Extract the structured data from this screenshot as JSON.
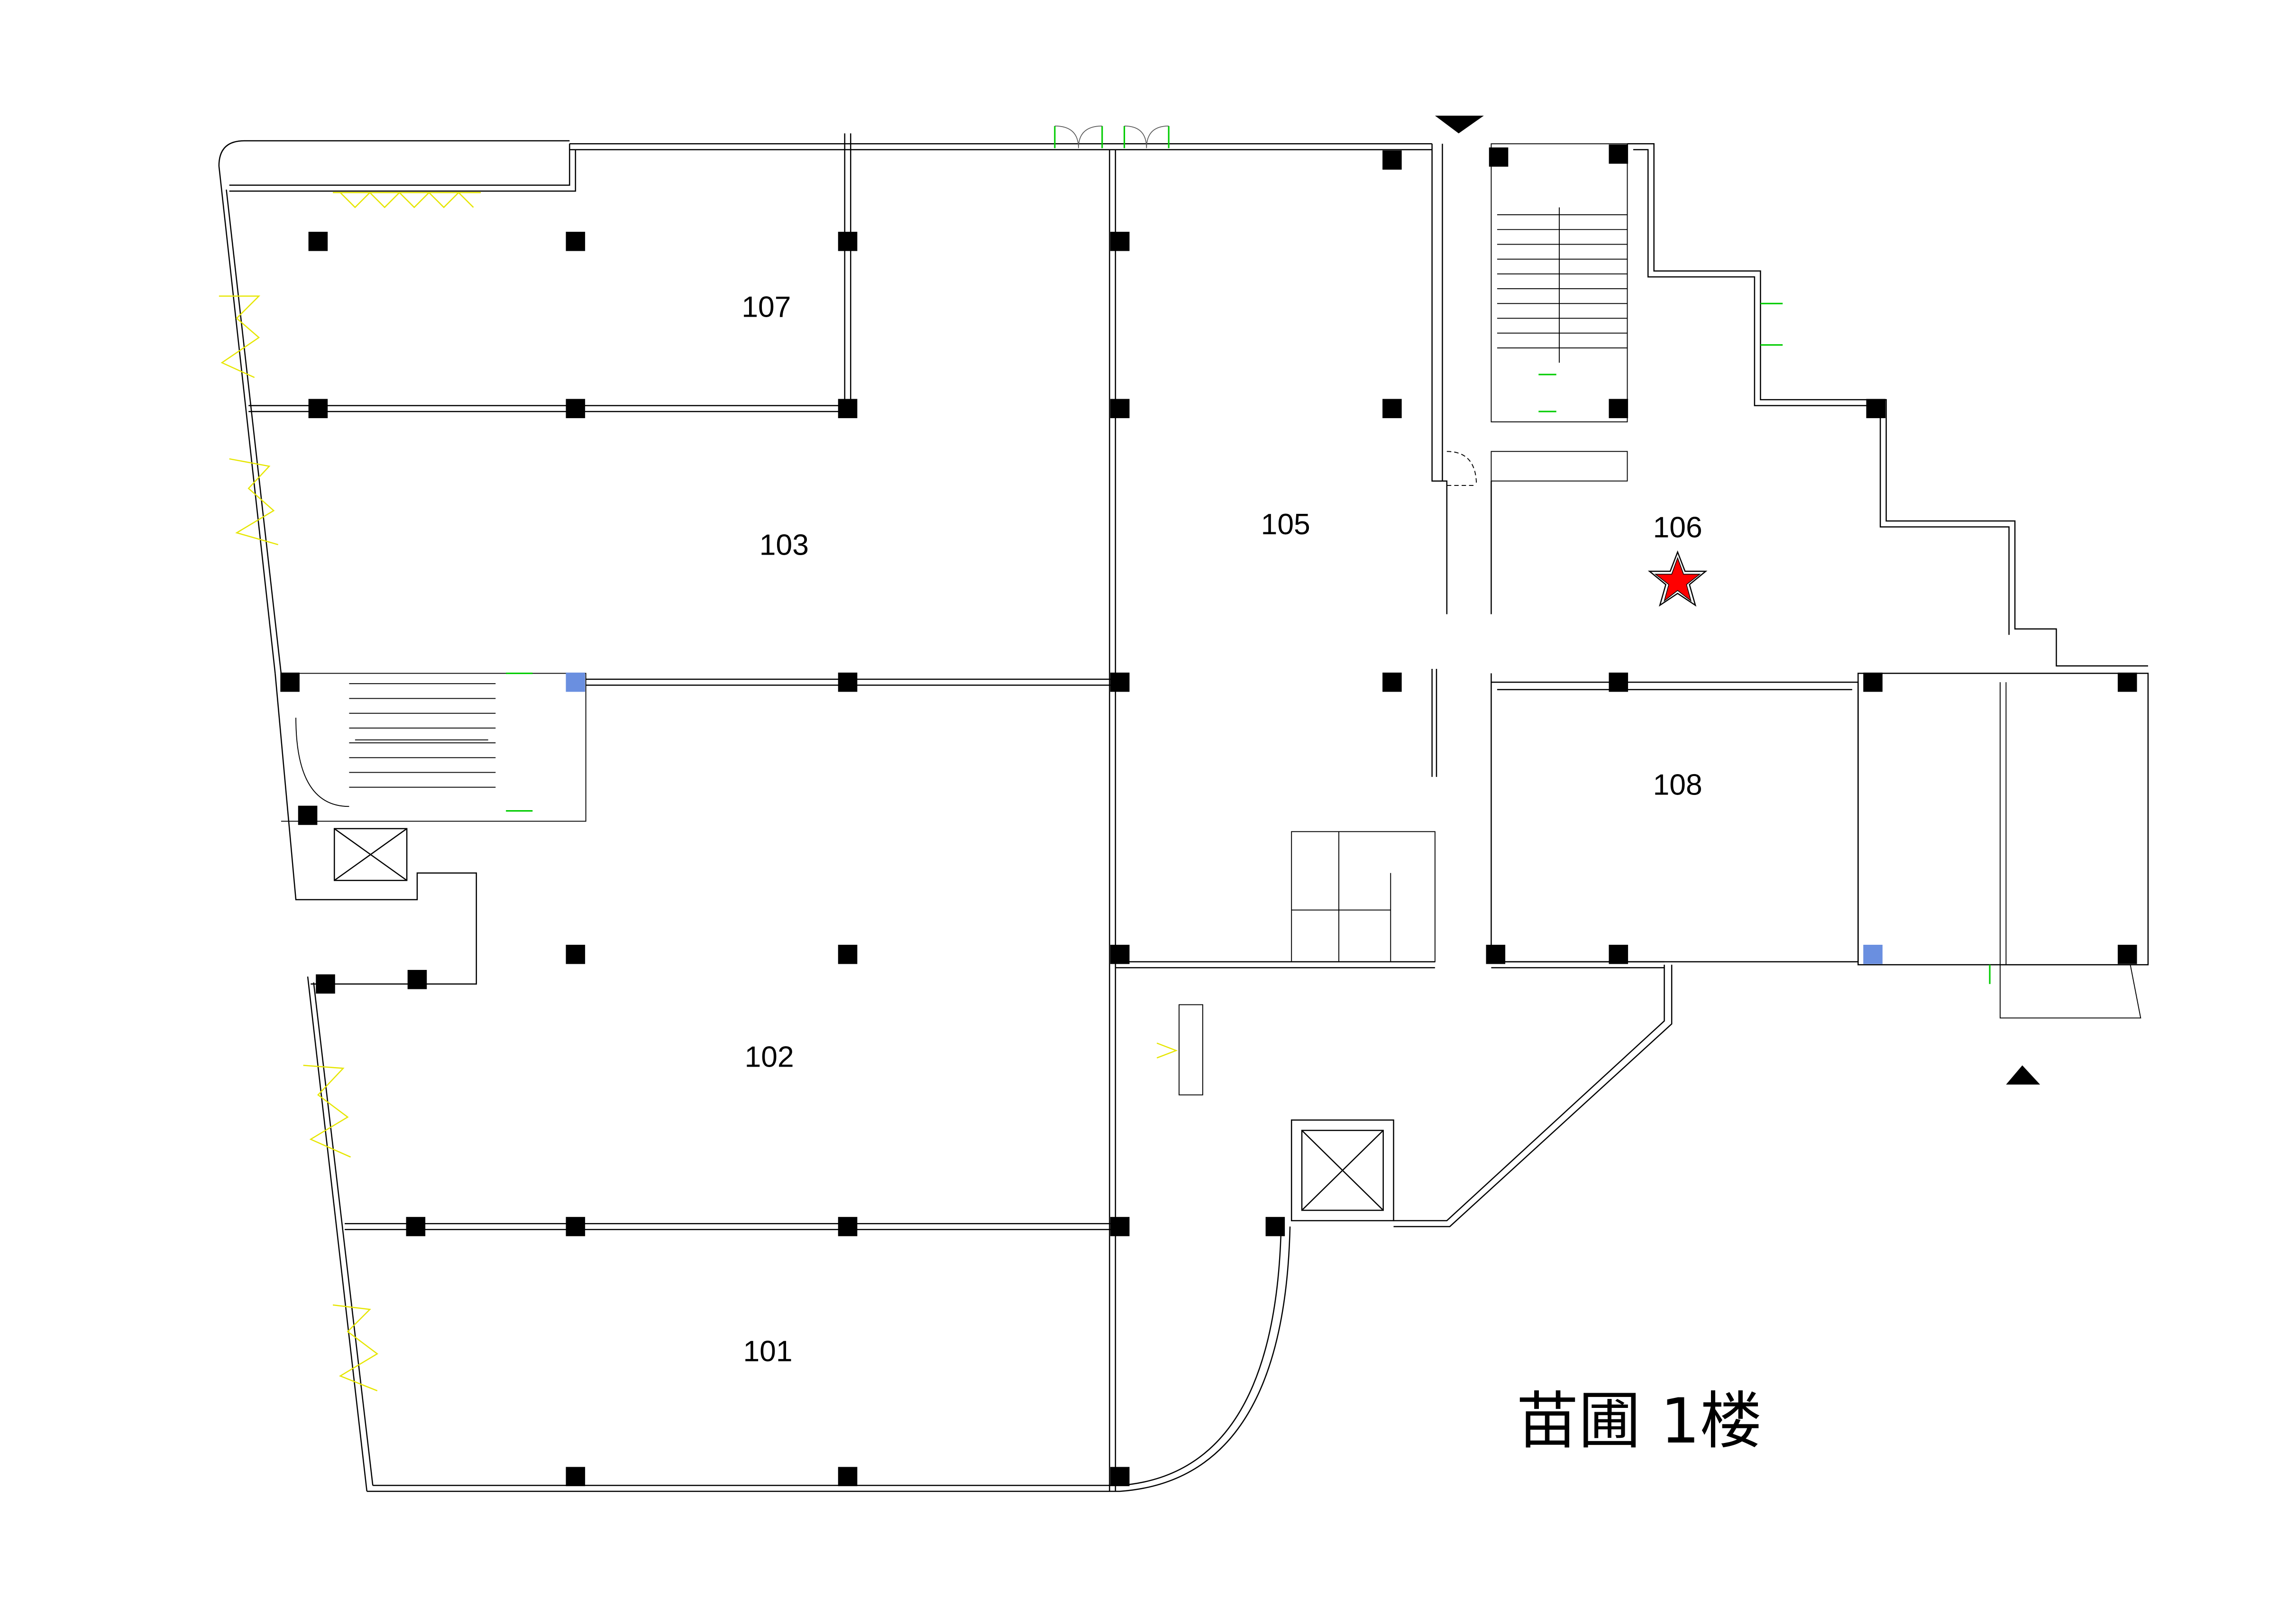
{
  "title": "苗圃  1楼",
  "rooms": [
    {
      "id": "107",
      "label": "107"
    },
    {
      "id": "103",
      "label": "103"
    },
    {
      "id": "105",
      "label": "105"
    },
    {
      "id": "106",
      "label": "106"
    },
    {
      "id": "108",
      "label": "108"
    },
    {
      "id": "102",
      "label": "102"
    },
    {
      "id": "101",
      "label": "101"
    }
  ],
  "marker": {
    "icon": "star-icon",
    "room": "106",
    "color": "#ff0000"
  },
  "colors": {
    "wall": "#000000",
    "window": "#e6e600",
    "door": "#00cc00",
    "highlight_column": "#6a8fe0"
  }
}
